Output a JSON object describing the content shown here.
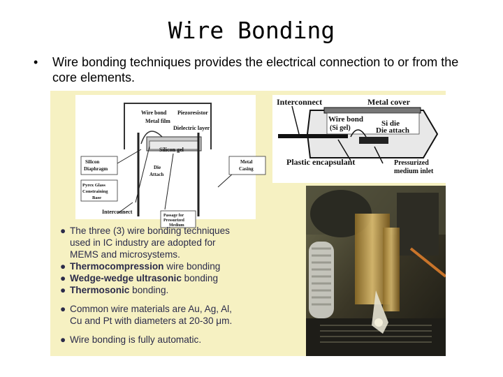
{
  "slide": {
    "title": "Wire Bonding",
    "bullet_symbol": "•",
    "bullet_text": "Wire bonding techniques provides the electrical connection to or from the core elements."
  },
  "left_diagram": {
    "labels": {
      "wire_bond": "Wire bond",
      "piezoresistor": "Piezoresistor",
      "metal_film": "Metal film",
      "dielectric_layer": "Dielectric layer",
      "silicon_gel": "Silicon gel",
      "silicon_diaphragm_1": "Silicon",
      "silicon_diaphragm_2": "Diaphragm",
      "die_attach_1": "Die",
      "die_attach_2": "Attach",
      "metal_casing_1": "Metal",
      "metal_casing_2": "Casing",
      "pyrex_1": "Pyrex Glass",
      "pyrex_2": "Constraining",
      "pyrex_3": "Base",
      "interconnect": "Interconnect",
      "passage_1": "Passage for",
      "passage_2": "Pressurized",
      "passage_3": "Medium"
    }
  },
  "right_diagram": {
    "labels": {
      "interconnect": "Interconnect",
      "metal_cover": "Metal cover",
      "wire_bond": "Wire bond",
      "si_gel": "(Si gel)",
      "si_die": "Si die",
      "die_attach": "Die attach",
      "plastic_encapsulant": "Plastic encapsulant",
      "pressurized_1": "Pressurized",
      "pressurized_2": "medium inlet"
    }
  },
  "list": {
    "bullet": "●",
    "intro_line1": "The three (3) wire bonding techniques",
    "intro_line2": "used in IC industry are adopted for",
    "intro_line3": "MEMS and microsystems.",
    "tech1_bold": "Thermocompression",
    "tech1_rest": " wire bonding",
    "tech2_bold": "Wedge-wedge ultrasonic",
    "tech2_rest": " bonding",
    "tech3_bold": "Thermosonic",
    "tech3_rest": " bonding.",
    "materials_line1": "Common wire materials are Au, Ag, Al,",
    "materials_line2": "Cu and Pt with diameters at 20-30 μm.",
    "automatic": "Wire bonding is fully automatic."
  },
  "colors": {
    "panel_background": "#f6f1c2",
    "list_text": "#2b2b4a",
    "wire_gold": "#c8a84a"
  }
}
